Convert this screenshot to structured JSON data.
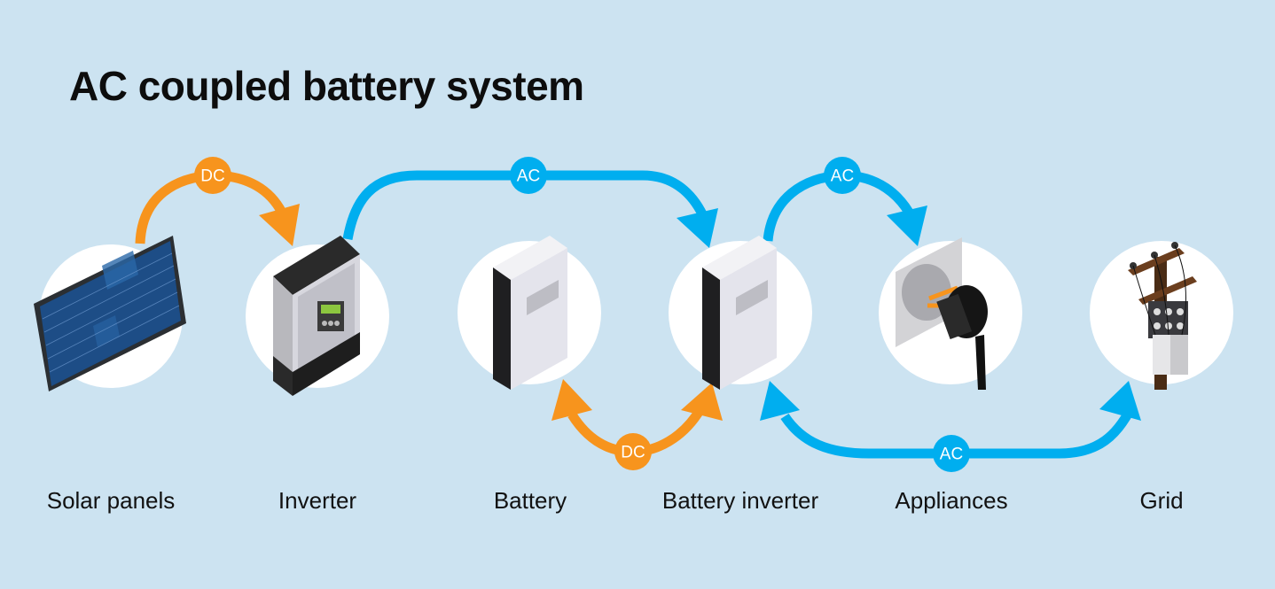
{
  "title": "AC coupled battery system",
  "colors": {
    "background": "#cce3f1",
    "dc": "#f7941d",
    "ac": "#00aeef",
    "circle": "#ffffff"
  },
  "components": [
    {
      "id": "solar",
      "label": "Solar panels",
      "icon": "solar-panel-icon"
    },
    {
      "id": "inverter",
      "label": "Inverter",
      "icon": "inverter-icon"
    },
    {
      "id": "battery",
      "label": "Battery",
      "icon": "battery-icon"
    },
    {
      "id": "battery-inverter",
      "label": "Battery inverter",
      "icon": "battery-inverter-icon"
    },
    {
      "id": "appliances",
      "label": "Appliances",
      "icon": "power-plug-socket-icon"
    },
    {
      "id": "grid",
      "label": "Grid",
      "icon": "utility-pole-icon"
    }
  ],
  "connections": [
    {
      "from": "Solar panels",
      "to": "Inverter",
      "type": "DC",
      "direction": "one-way"
    },
    {
      "from": "Inverter",
      "to": "Battery inverter",
      "type": "AC",
      "direction": "one-way"
    },
    {
      "from": "Battery inverter",
      "to": "Appliances",
      "type": "AC",
      "direction": "one-way"
    },
    {
      "from": "Battery",
      "to": "Battery inverter",
      "type": "DC",
      "direction": "two-way"
    },
    {
      "from": "Battery inverter",
      "to": "Grid",
      "type": "AC",
      "direction": "two-way"
    }
  ]
}
